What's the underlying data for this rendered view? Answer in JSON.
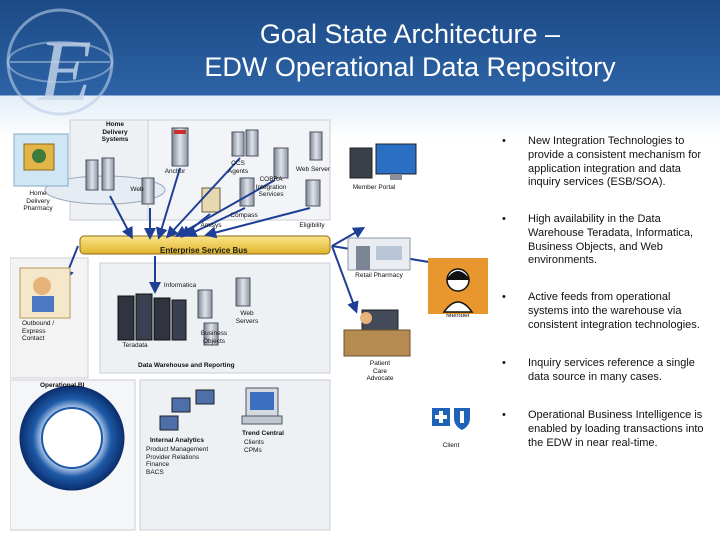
{
  "title": {
    "line1": "Goal State Architecture –",
    "line2": "EDW Operational Data Repository"
  },
  "diagram": {
    "home_delivery_systems": "Home\nDelivery\nSystems",
    "home_delivery_pharmacy": "Home\nDelivery\nPharmacy",
    "anchor": "Anchor",
    "ccs_agents": "CCS\nAgents",
    "cobra_integration_services": "COBRA\nIntegration\nServices",
    "web_server": "Web Server",
    "member_portal": "Member Portal",
    "web": "Web",
    "compass": "Compass",
    "amisys": "Amisys",
    "eligibility": "Eligibility",
    "enterprise_service_bus": "Enterprise Service Bus",
    "retail_pharmacy": "Retail Pharmacy",
    "informatica": "Informatica",
    "web_servers": "Web\nServers",
    "business_objects": "Business\nObjects",
    "teradata": "Teradata",
    "outbound_contact": "Outbound /\nExpress\nContact",
    "member": "Member",
    "patient_care_advocate": "Patient\nCare\nAdvocate",
    "data_warehouse_reporting": "Data Warehouse and Reporting",
    "operational_bi": "Operational BI",
    "internal_analytics": "Internal Analytics",
    "internal_items": [
      "Product Management",
      "Provider Relations",
      "Finance",
      "BACS"
    ],
    "trend_central": "Trend Central",
    "trend_items": [
      "Clients",
      "CPMs"
    ],
    "client": "Client"
  },
  "bullets": [
    "New Integration Technologies to provide a consistent mechanism for application integration and data inquiry services (ESB/SOA).",
    "High availability in the Data Warehouse Teradata, Informatica, Business Objects, and Web environments.",
    "Active feeds from operational systems into the warehouse via consistent integration technologies.",
    "Inquiry services reference a single data source in many cases.",
    "Operational Business Intelligence is enabled by loading transactions into the EDW in near real-time."
  ],
  "bullet_symbol": "•",
  "colors": {
    "header_blue": "#1c4a86",
    "esb_yellow": "#f2d04a",
    "arrow_blue": "#1f3f96"
  }
}
